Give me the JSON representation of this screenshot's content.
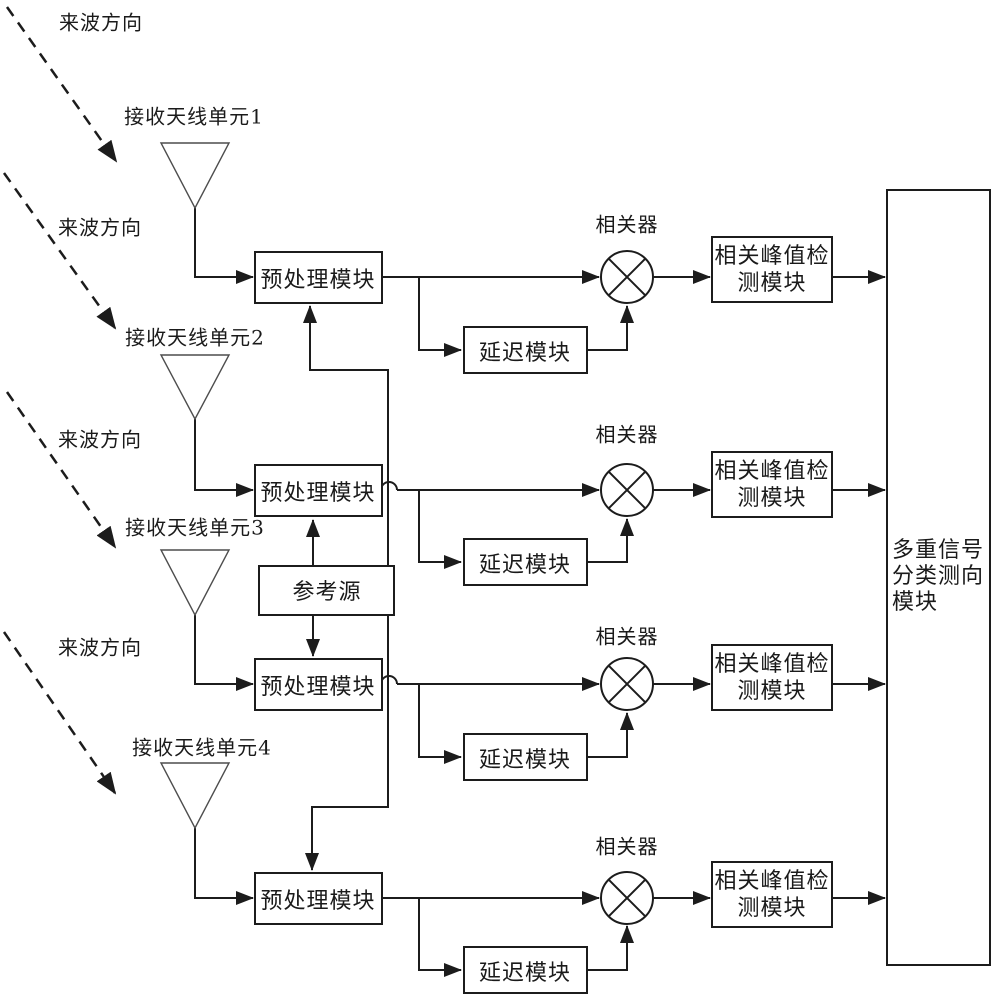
{
  "colors": {
    "line": "#1c1c1c",
    "box_border": "#1c1c1c",
    "antenna_outline": "#4d4d4d",
    "background": "#ffffff",
    "text": "#1a1a1a"
  },
  "labels": {
    "incoming_wave": "来波方向",
    "antennas": [
      "接收天线单元1",
      "接收天线单元2",
      "接收天线单元3",
      "接收天线单元4"
    ],
    "preprocess": "预处理模块",
    "delay": "延迟模块",
    "correlator": "相关器",
    "reference_source": "参考源",
    "peak_detect": {
      "full": "相关峰值检测模块",
      "line1": "相关峰值检",
      "line2": "测模块"
    },
    "output_module": {
      "full": "多重信号分类测向模块",
      "line1": "多重信号",
      "line2": "分类测向",
      "line3": "模块"
    }
  }
}
